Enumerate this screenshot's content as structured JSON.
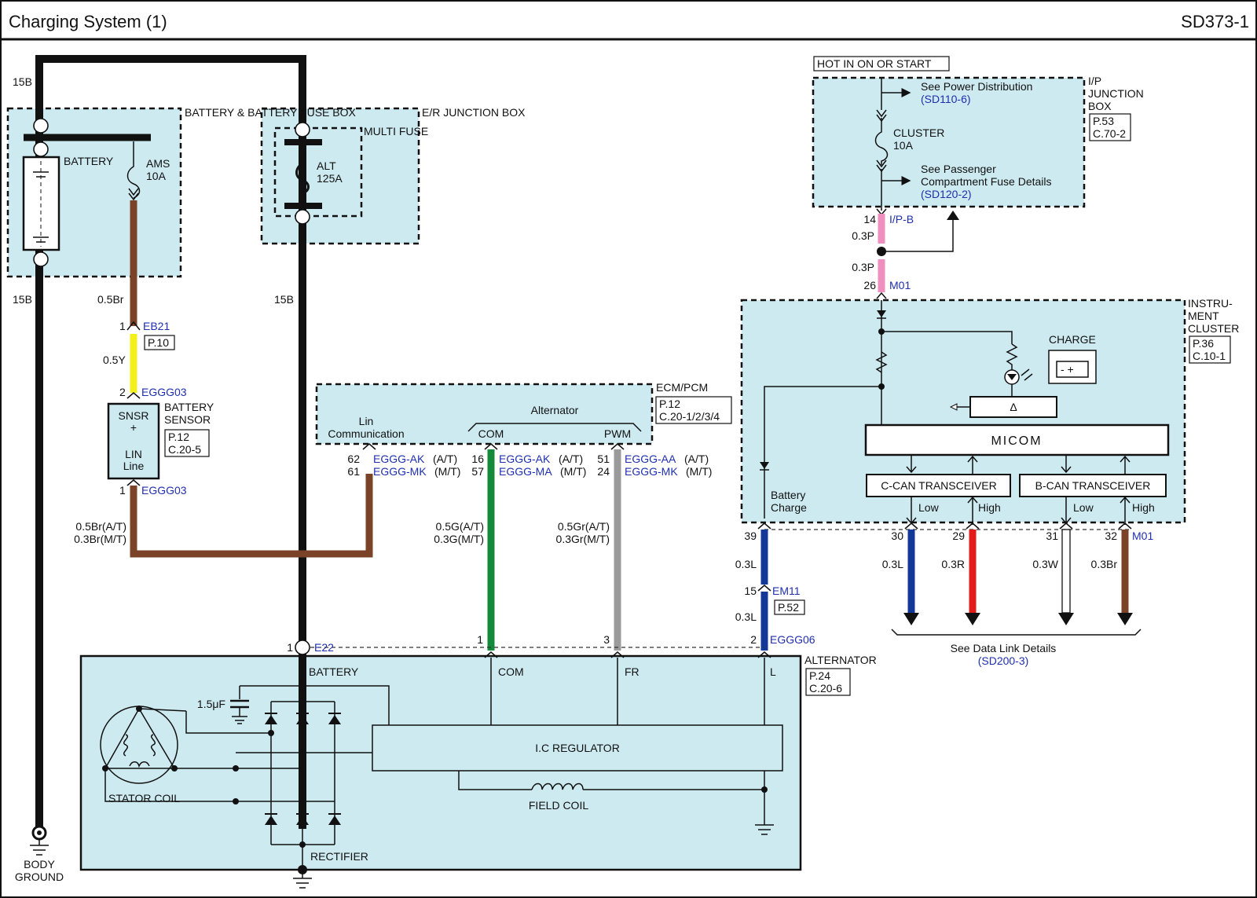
{
  "header": {
    "title": "Charging System (1)",
    "code": "SD373-1"
  },
  "power": {
    "hot_label": "HOT IN ON OR START"
  },
  "battery_box": {
    "title": "BATTERY & BATTERY FUSE BOX",
    "battery_label": "BATTERY",
    "fuse_name": "AMS",
    "fuse_rating": "10A",
    "wire_top": "15B",
    "wire_bottom": "15B",
    "wire_fuse_out": "0.5Br"
  },
  "er_box": {
    "title": "E/R JUNCTION BOX",
    "multi_fuse": "MULTI FUSE",
    "fuse_name": "ALT",
    "fuse_rating": "125A",
    "wire_out": "15B"
  },
  "eb21": {
    "pin": "1",
    "name": "EB21",
    "ref": "P.10",
    "wire": "0.5Y"
  },
  "battery_sensor": {
    "title": "BATTERY SENSOR",
    "line1": "SNSR",
    "line2": "+",
    "line3": "LIN",
    "line4": "Line",
    "ref1": "P.12",
    "ref2": "C.20-5",
    "pin_top": "2",
    "conn_top": "EGGG03",
    "pin_bottom": "1",
    "conn_bottom": "EGGG03",
    "wire_at": "0.5Br(A/T)",
    "wire_mt": "0.3Br(M/T)"
  },
  "ecm": {
    "title": "ECM/PCM",
    "ref1": "P.12",
    "ref2": "C.20-1/2/3/4",
    "lin1": "Lin",
    "lin2": "Communication",
    "alternator": "Alternator",
    "com": "COM",
    "pwm": "PWM",
    "pins": [
      {
        "at": "62",
        "mt": "61",
        "conn_at": "EGGG-AK",
        "conn_mt": "EGGG-MK",
        "at_suffix": "(A/T)",
        "mt_suffix": "(M/T)"
      },
      {
        "at": "16",
        "mt": "57",
        "conn_at": "EGGG-AK",
        "conn_mt": "EGGG-MA",
        "at_suffix": "(A/T)",
        "mt_suffix": "(M/T)"
      },
      {
        "at": "51",
        "mt": "24",
        "conn_at": "EGGG-AA",
        "conn_mt": "EGGG-MK",
        "at_suffix": "(A/T)",
        "mt_suffix": "(M/T)"
      }
    ],
    "wire_com_at": "0.5G(A/T)",
    "wire_com_mt": "0.3G(M/T)",
    "wire_pwm_at": "0.5Gr(A/T)",
    "wire_pwm_mt": "0.3Gr(M/T)"
  },
  "ip_box": {
    "title1": "I/P",
    "title2": "JUNCTION",
    "title3": "BOX",
    "ref1": "P.53",
    "ref2": "C.70-2",
    "see_power": "See Power Distribution",
    "see_power_ref": "(SD110-6)",
    "fuse_name": "CLUSTER",
    "fuse_rating": "10A",
    "see_pass1": "See Passenger",
    "see_pass2": "Compartment Fuse Details",
    "see_pass_ref": "(SD120-2)",
    "pin": "14",
    "conn": "I/P-B",
    "wire1": "0.3P",
    "wire2": "0.3P",
    "pin2": "26",
    "conn2": "M01"
  },
  "cluster": {
    "title1": "INSTRU-",
    "title2": "MENT",
    "title3": "CLUSTER",
    "ref1": "P.36",
    "ref2": "C.10-1",
    "charge": "CHARGE",
    "micom": "MICOM",
    "ccan": "C-CAN TRANSCEIVER",
    "bcan": "B-CAN TRANSCEIVER",
    "batt_charge1": "Battery",
    "batt_charge2": "Charge",
    "low": "Low",
    "high": "High",
    "pins": [
      {
        "pin": "39",
        "wire": "0.3L"
      },
      {
        "pin": "30",
        "wire": "0.3L"
      },
      {
        "pin": "29",
        "wire": "0.3R"
      },
      {
        "pin": "31",
        "wire": "0.3W"
      },
      {
        "pin": "32",
        "wire": "0.3Br"
      }
    ],
    "conn": "M01",
    "data_link": "See Data Link Details",
    "data_link_ref": "(SD200-3)"
  },
  "em11": {
    "pin": "15",
    "name": "EM11",
    "ref": "P.52",
    "wire_top": "0.3L",
    "wire_bottom": "0.3L"
  },
  "alternator": {
    "title": "ALTERNATOR",
    "ref1": "P.24",
    "ref2": "C.20-6",
    "pin_batt": "1",
    "conn_batt": "E22",
    "pin_com": "1",
    "pin_fr": "3",
    "pin_l": "2",
    "conn": "EGGG06",
    "battery": "BATTERY",
    "com": "COM",
    "fr": "FR",
    "l": "L",
    "cap": "1.5μF",
    "ic": "I.C REGULATOR",
    "stator": "STATOR COIL",
    "field": "FIELD  COIL",
    "rectifier": "RECTIFIER"
  },
  "ground": {
    "line1": "BODY",
    "line2": "GROUND"
  },
  "colors": {
    "brown": "#7a4328",
    "yellow": "#f2ef1a",
    "green": "#138a3a",
    "gray": "#9a9a9a",
    "pink": "#ef8fc0",
    "blue": "#14389a",
    "red": "#e21b1b",
    "box_fill": "#cdeaf0"
  }
}
